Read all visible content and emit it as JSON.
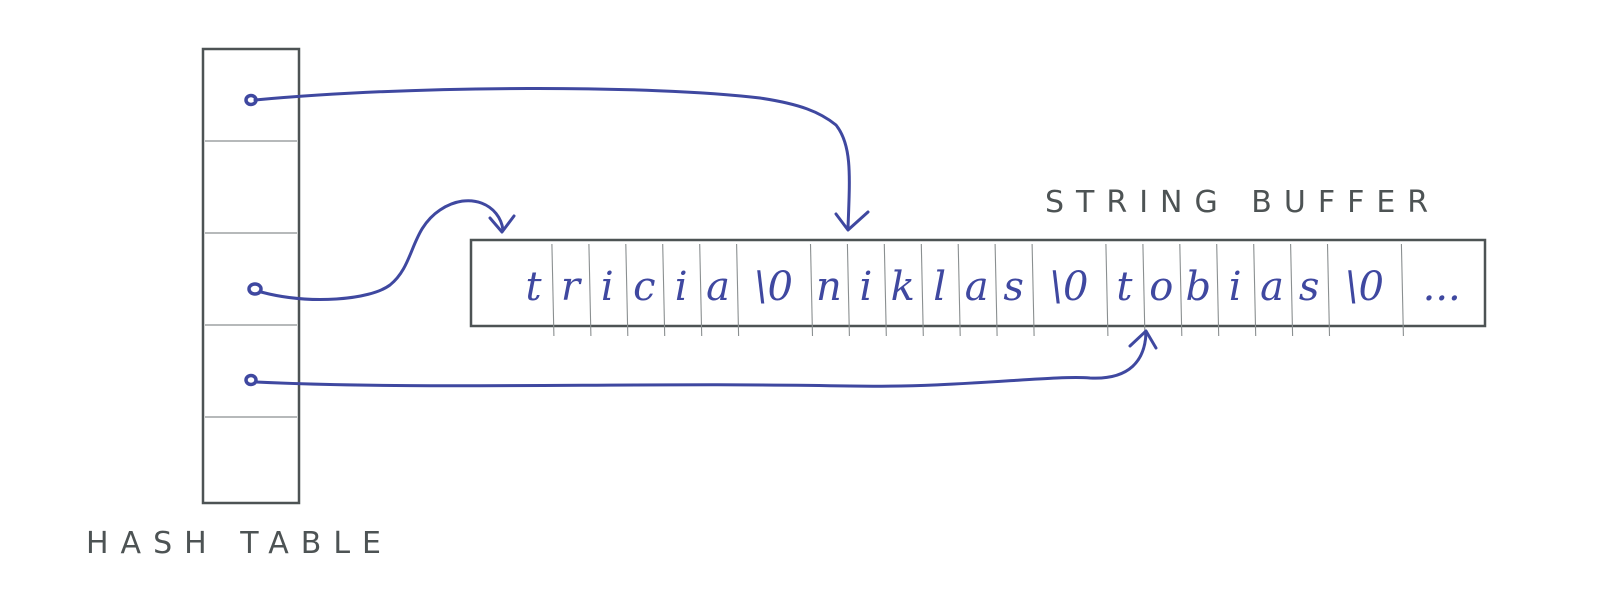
{
  "hash_table": {
    "label": "HASH TABLE",
    "rows": 5
  },
  "string_buffer": {
    "label": "STRING BUFFER",
    "cells": [
      "t",
      "r",
      "i",
      "c",
      "i",
      "a",
      "\\0",
      "n",
      "i",
      "k",
      "l",
      "a",
      "s",
      "\\0",
      "t",
      "o",
      "b",
      "i",
      "a",
      "s",
      "\\0",
      "..."
    ]
  },
  "colors": {
    "ink": "#3f48a0",
    "box": "#4d5354"
  }
}
